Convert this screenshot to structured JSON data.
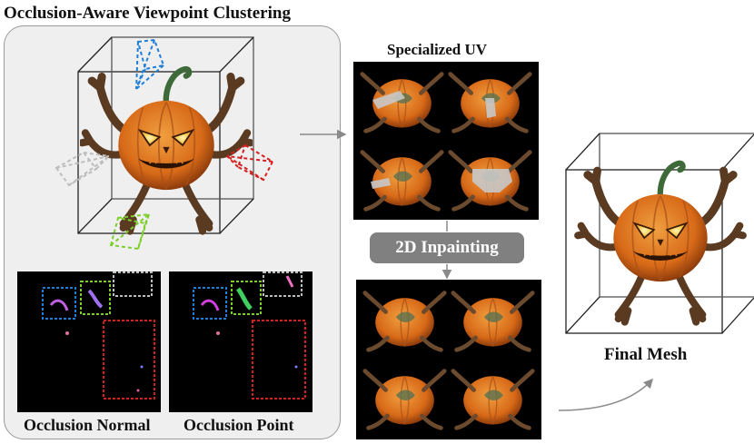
{
  "titles": {
    "left_panel": "Occlusion-Aware Viewpoint Clustering",
    "specialized_uv": "Specialized UV",
    "final_mesh": "Final Mesh"
  },
  "labels": {
    "occlusion_normal": "Occlusion Normal",
    "occlusion_point": "Occlusion Point",
    "inpainting": "2D Inpainting"
  },
  "colors": {
    "camera_blue": "#1e7fd6",
    "camera_red": "#d42020",
    "camera_gray": "#bdbdbd",
    "camera_green": "#7ccf2a",
    "arrow": "#8a8a8a",
    "pumpkin": "#e0771f",
    "panel_bg": "#efefef",
    "pill": "#808080"
  }
}
